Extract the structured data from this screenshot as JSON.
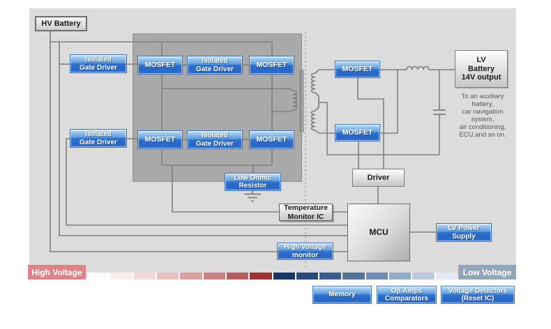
{
  "colors": {
    "canvas_bg": "#dcdcdc",
    "bridge_bg": "#a9a9a9",
    "accent_blue": "#2f70d1",
    "wire_gray": "#7f7f7f",
    "hv_label_bg": "#dd848a",
    "lv_label_bg": "#93a5b8"
  },
  "blocks": {
    "hv_battery": "HV Battery",
    "isolated_gate_driver": {
      "line1": "Isolated",
      "line2": "Gate Driver"
    },
    "mosfet": "MOSFET",
    "low_ohmic_resistor": {
      "line1": "Low Ohmic",
      "line2": "Resistor"
    },
    "temperature_monitor_ic": {
      "line1": "Temperature",
      "line2": "Monitor IC"
    },
    "high_voltage_monitor": {
      "line1": "High Voltage",
      "line2": "monitor"
    },
    "driver": "Driver",
    "mcu": "MCU",
    "lv_power_supply": {
      "line1": "LV Power",
      "line2": "Supply"
    },
    "lv_battery": {
      "line1": "LV",
      "line2": "Battery",
      "line3": "14V output"
    },
    "aux_note": [
      "To an auxiliary",
      "battery,",
      "car navigation",
      "system,",
      "air conditioning,",
      "ECU,and so on."
    ]
  },
  "voltage_scale": {
    "high_label": "High Voltage",
    "low_label": "Low Voltage",
    "red_segments": [
      "#fdfbfb",
      "#f8eeee",
      "#f1dada",
      "#e6c0c0",
      "#d9a2a2",
      "#c98181",
      "#b55c5c",
      "#9c3434"
    ],
    "blue_segments": [
      "#173864",
      "#28497a",
      "#3a5d8d",
      "#527397",
      "#6d8cb0",
      "#93abc4",
      "#bccadb",
      "#e2e9f1"
    ]
  },
  "footer_buttons": {
    "memory": "Memory",
    "op_amps": {
      "line1": "Op.Amps",
      "line2": "Comparators"
    },
    "voltage_detectors": {
      "line1": "Voltage Detectors",
      "line2": "(Reset IC)"
    }
  }
}
